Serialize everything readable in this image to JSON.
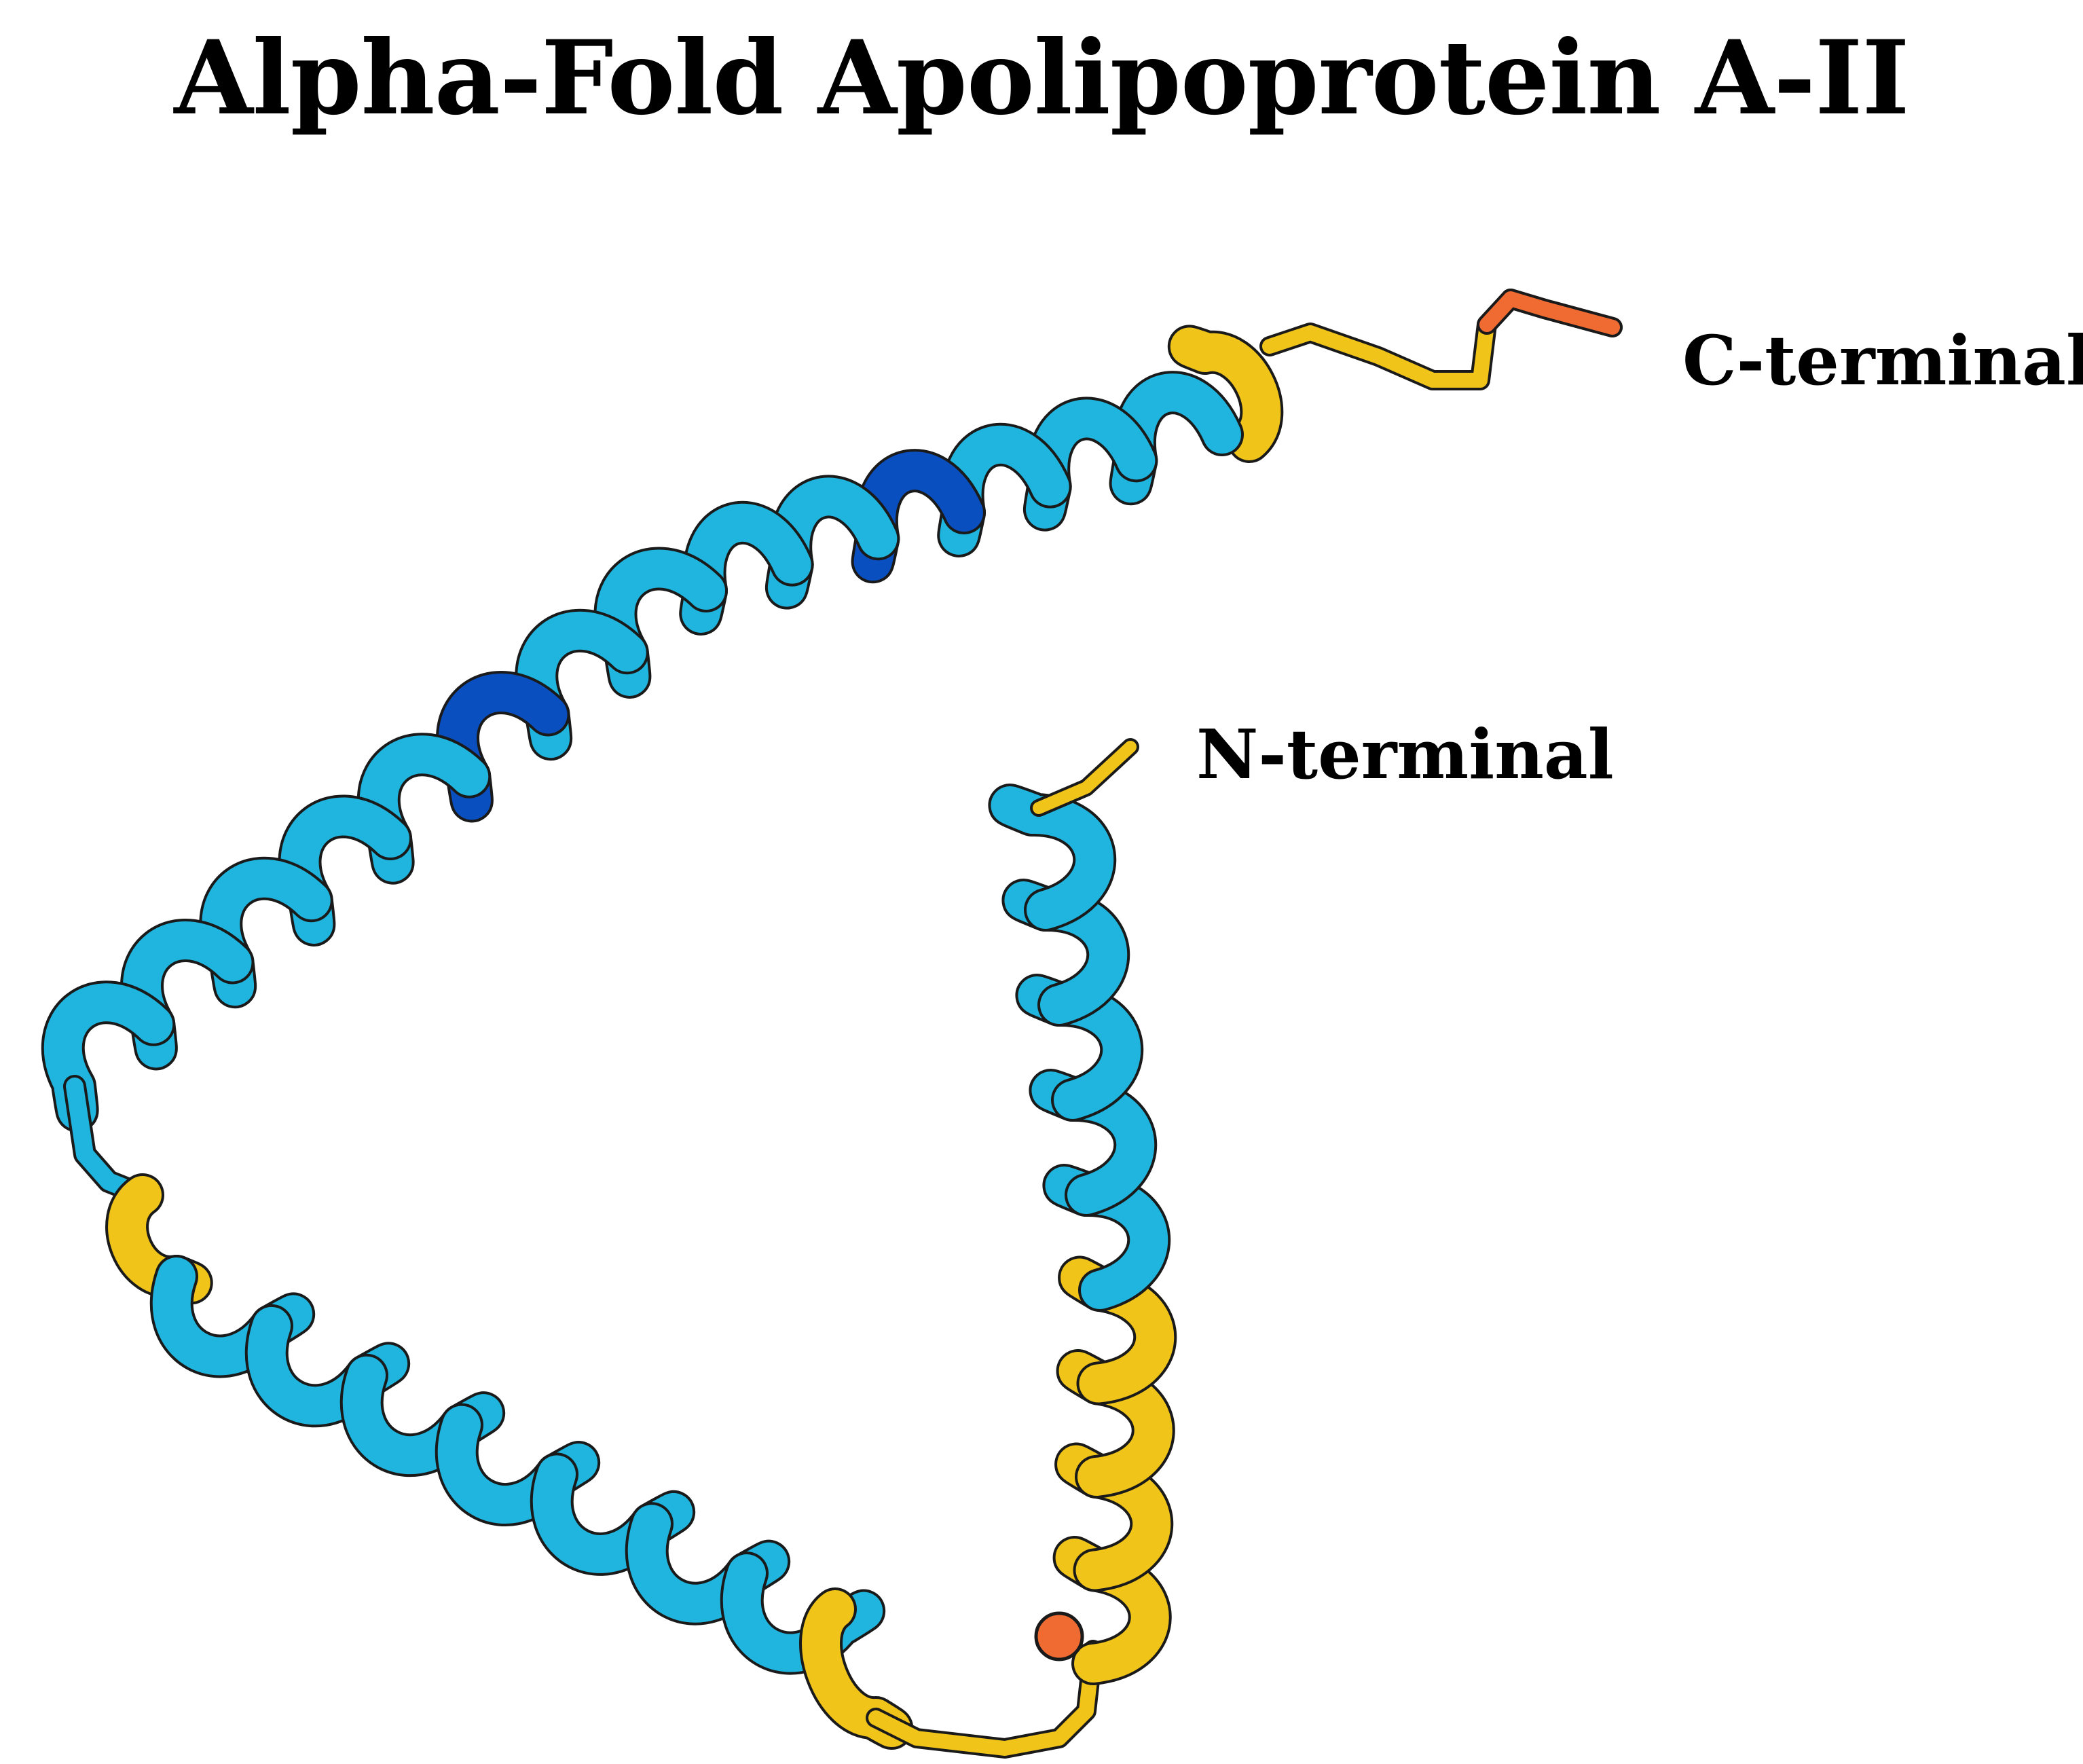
{
  "title": "Alpha-Fold Apolipoprotein A-II",
  "labels": {
    "c_terminal": "C-terminal",
    "n_terminal": "N-terminal"
  },
  "colors": {
    "helix": "#1fb5de",
    "helix_dark": "#0a4fbf",
    "coil_yellow": "#f0c419",
    "coil_orange": "#ef6b32",
    "outline": "#1a1a1a"
  }
}
